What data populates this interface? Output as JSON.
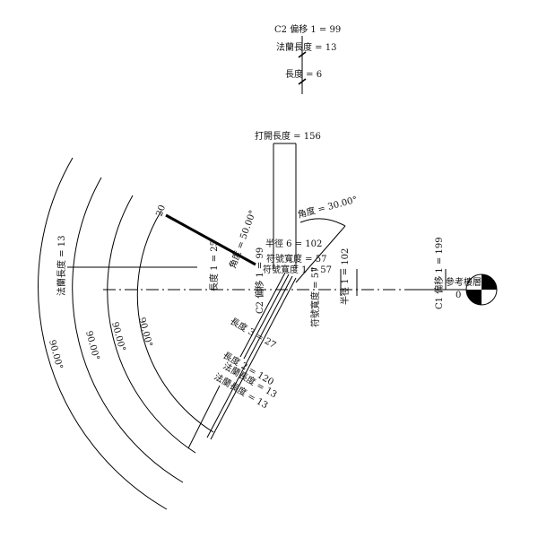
{
  "top": {
    "offset": "C2 偏移 1 = 99",
    "flange": "法蘭長度 = 13",
    "length": "長度 = 6"
  },
  "open_length": "打開長度 = 156",
  "angle_top": "角度 = 30.00°",
  "radius6": "半徑 6 = 102",
  "symbol_width": "符號寬度 = 57",
  "symbol_width1": "符號寬度 1 = 57",
  "angle_left": "角度 = 50.00°",
  "length1": "長度 1 = 25",
  "c2_offset": "C2 偏移 1 = 99",
  "symbol_width_v": "符號寬度 = 57",
  "radius1": "半徑 1 = 102",
  "c1_offset": "C1 偏移 1 = 199",
  "ref_level": {
    "name": "參考樓層",
    "value": "0"
  },
  "length3": "長度 3 = 27",
  "length2": "長度 2 = 120",
  "flange_a": "法蘭長度 = 13",
  "flange_b": "法蘭長度 = 13",
  "flange_left": "法蘭長度 = 13",
  "dim20": "20",
  "arc_angles": [
    "90.00°",
    "90.00°",
    "90.00°",
    "90.00°"
  ]
}
